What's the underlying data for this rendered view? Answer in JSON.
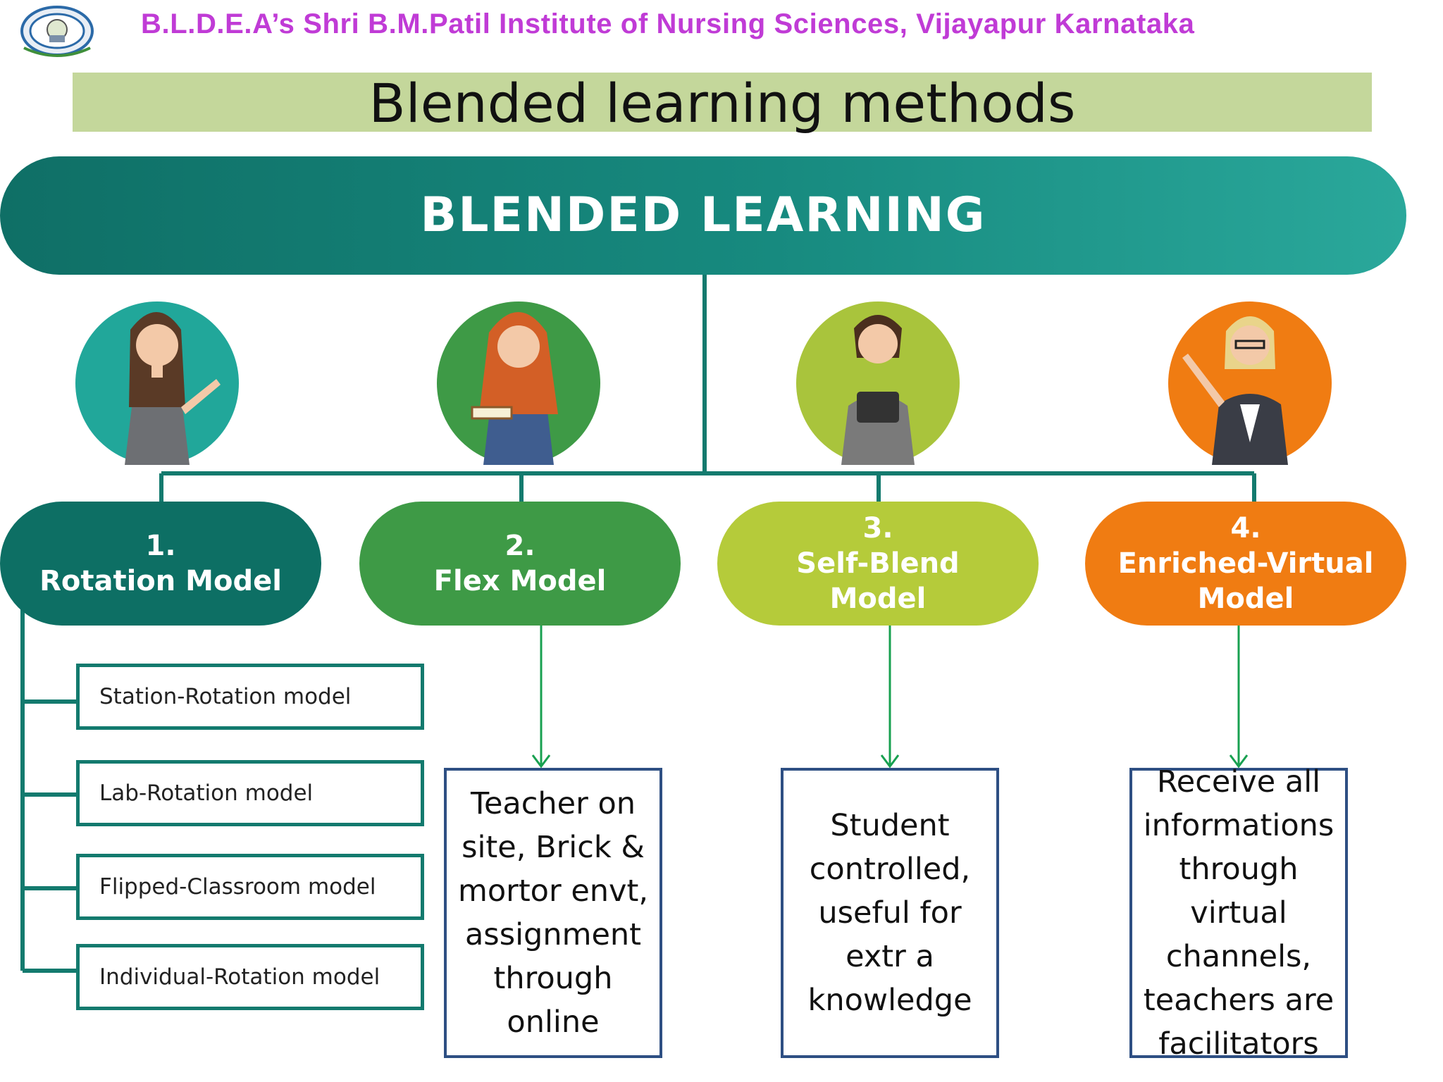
{
  "header": {
    "institute": "B.L.D.E.A’s Shri B.M.Patil Institute of Nursing Sciences, Vijayapur Karnataka",
    "title": "Blended learning methods"
  },
  "banner": {
    "label": "BLENDED LEARNING"
  },
  "models": [
    {
      "number": "1.",
      "name": "Rotation Model",
      "color": "#0d6f64"
    },
    {
      "number": "2.",
      "name": "Flex Model",
      "color": "#3e9a46"
    },
    {
      "number": "3.",
      "name": "Self-Blend Model",
      "color": "#b5cb3a"
    },
    {
      "number": "4.",
      "name": "Enriched-Virtual Model",
      "color": "#f07c12"
    }
  ],
  "rotation_submodels": [
    "Station-Rotation model",
    "Lab-Rotation model",
    "Flipped-Classroom model",
    "Individual-Rotation model"
  ],
  "descriptions": [
    "Teacher on site, Brick & mortor envt, assignment through online",
    "Student controlled, useful for extr a knowledge",
    "Receive all informations through virtual channels, teachers are facilitators"
  ],
  "circle_colors": [
    "#21a79a",
    "#3e9a46",
    "#a9c43c",
    "#f07c12"
  ]
}
